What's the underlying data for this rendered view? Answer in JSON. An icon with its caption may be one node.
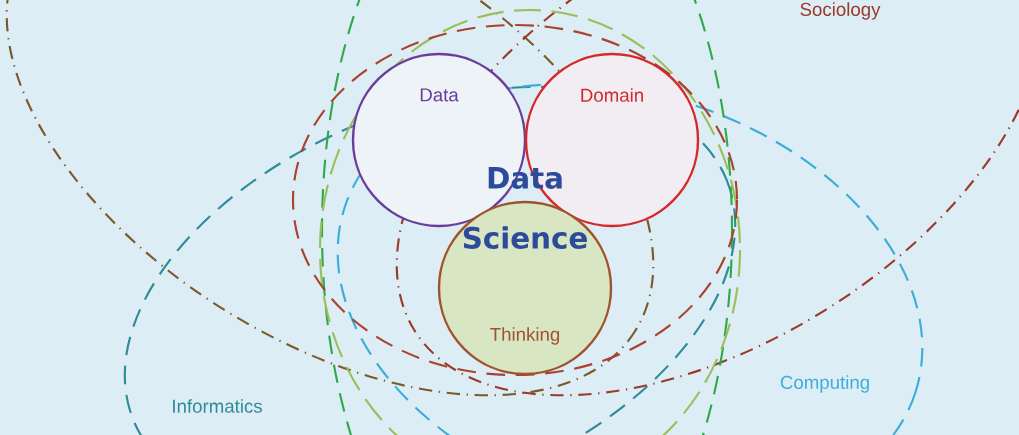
{
  "diagram": {
    "nodes": [
      {
        "text": [
          "Data"
        ]
      },
      {
        "text": [
          "Domain"
        ]
      },
      {
        "text": [
          "Thinking"
        ]
      }
    ],
    "edges": [],
    "labels": [
      "Sociology",
      "Data Science",
      "Informatics",
      "Computing"
    ]
  }
}
